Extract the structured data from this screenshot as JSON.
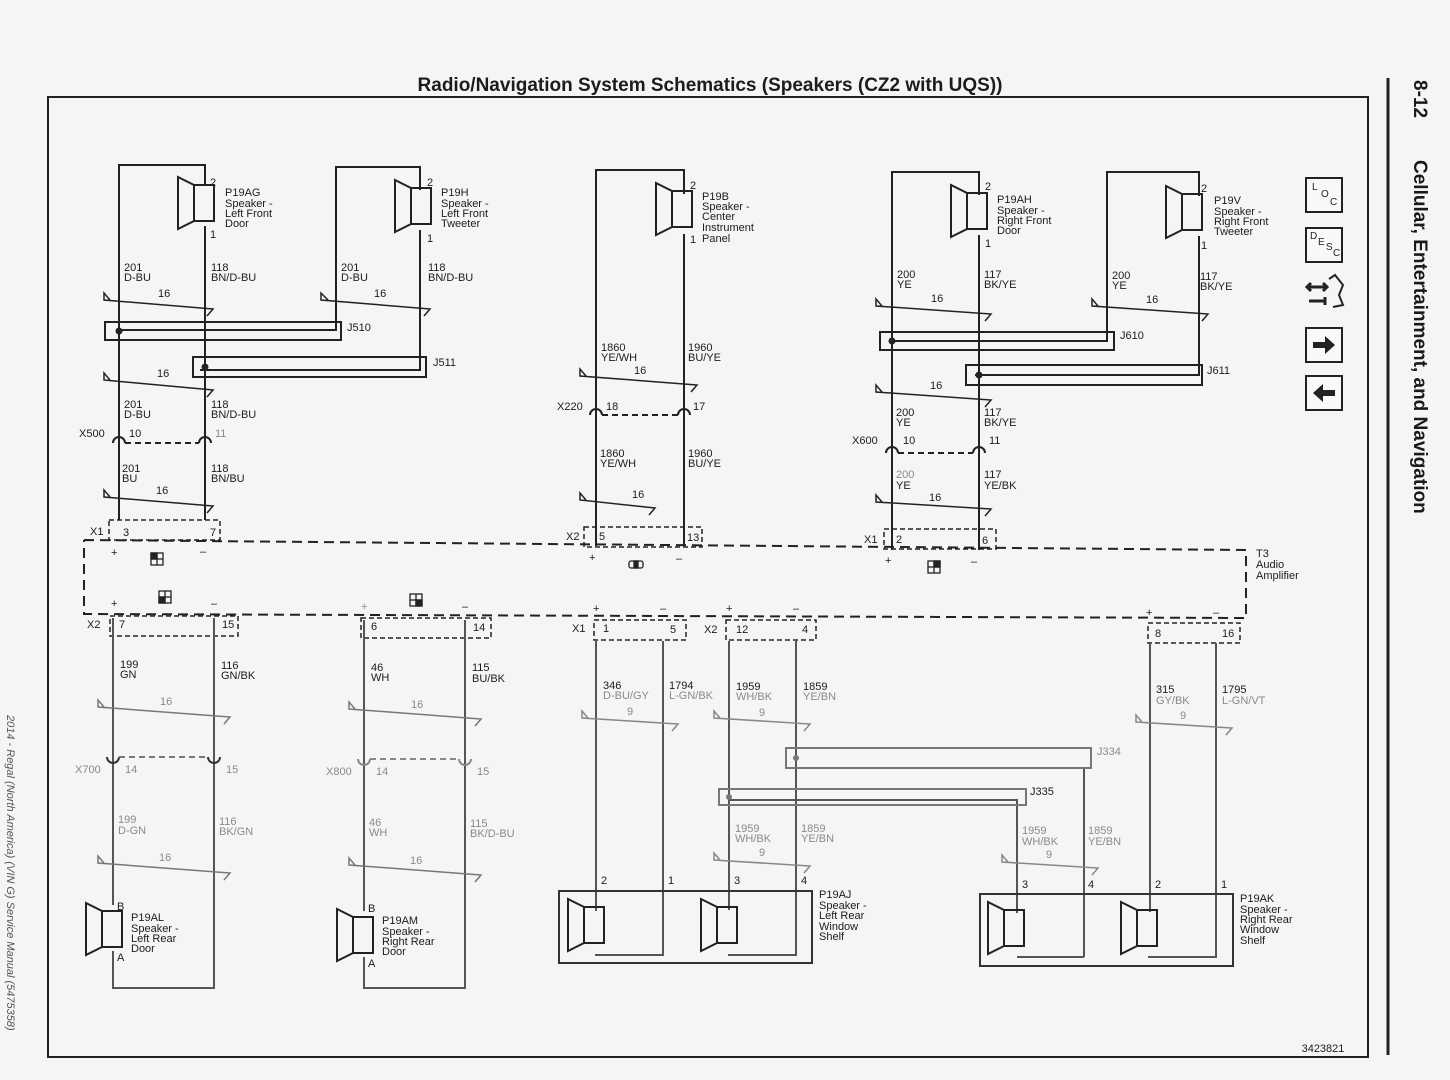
{
  "page": {
    "title": "Radio/Navigation System Schematics (Speakers (CZ2 with UQS))",
    "page_number": "8-12",
    "section": "Cellular, Entertainment, and Navigation",
    "footer_side": "2014 - Regal (North America) (VIN G) Service Manual (5475358)",
    "figure_id": "3423821"
  },
  "nav_icons": [
    {
      "name": "loc-icon",
      "letters": [
        "L",
        "O",
        "C"
      ]
    },
    {
      "name": "desc-icon",
      "letters": [
        "D",
        "E",
        "S",
        "C"
      ]
    },
    {
      "name": "connector-tool-icon"
    },
    {
      "name": "arrow-right-icon"
    },
    {
      "name": "arrow-left-icon"
    }
  ],
  "speakers": {
    "lf_door": {
      "id": "P19AG",
      "l1": "Speaker -",
      "l2": "Left Front",
      "l3": "Door",
      "pin_top": "2",
      "pin_bot": "1"
    },
    "lf_tweeter": {
      "id": "P19H",
      "l1": "Speaker -",
      "l2": "Left Front",
      "l3": "Tweeter",
      "pin_top": "2",
      "pin_bot": "1"
    },
    "center": {
      "id": "P19B",
      "l1": "Speaker -",
      "l2": "Center",
      "l3": "Instrument",
      "l4": "Panel",
      "pin_top": "2",
      "pin_bot": "1"
    },
    "rf_door": {
      "id": "P19AH",
      "l1": "Speaker -",
      "l2": "Right Front",
      "l3": "Door",
      "pin_top": "2",
      "pin_bot": "1"
    },
    "rf_tweeter": {
      "id": "P19V",
      "l1": "Speaker -",
      "l2": "Right Front",
      "l3": "Tweeter",
      "pin_top": "2",
      "pin_bot": "1"
    },
    "lr_door": {
      "id": "P19AL",
      "l1": "Speaker -",
      "l2": "Left Rear",
      "l3": "Door",
      "pin_top": "B",
      "pin_bot": "A"
    },
    "rr_door": {
      "id": "P19AM",
      "l1": "Speaker -",
      "l2": "Right Rear",
      "l3": "Door",
      "pin_top": "B",
      "pin_bot": "A"
    },
    "lr_shelf": {
      "id": "P19AJ",
      "l1": "Speaker -",
      "l2": "Left Rear",
      "l3": "Window",
      "l4": "Shelf",
      "pins": [
        "2",
        "1",
        "3",
        "4"
      ]
    },
    "rr_shelf": {
      "id": "P19AK",
      "l1": "Speaker -",
      "l2": "Right Rear",
      "l3": "Window",
      "l4": "Shelf",
      "pins": [
        "3",
        "4",
        "2",
        "1"
      ]
    }
  },
  "splices": {
    "j510": "J510",
    "j511": "J511",
    "j610": "J610",
    "j611": "J611",
    "j334": "J334",
    "j335": "J335"
  },
  "amplifier": {
    "id": "T3",
    "l1": "Audio",
    "l2": "Amplifier"
  },
  "connectors": {
    "x500": {
      "name": "X500",
      "p1": "10",
      "p2": "11"
    },
    "x220": {
      "name": "X220",
      "p1": "18",
      "p2": "17"
    },
    "x600": {
      "name": "X600",
      "p1": "10",
      "p2": "11"
    },
    "x700": {
      "name": "X700",
      "p1": "14",
      "p2": "15"
    },
    "x800": {
      "name": "X800",
      "p1": "14",
      "p2": "15"
    },
    "amp_top_left": {
      "name": "X1",
      "p1": "3",
      "p2": "7"
    },
    "amp_top_center": {
      "name": "X2",
      "p1": "5",
      "p2": "13"
    },
    "amp_top_right": {
      "name": "X1",
      "p1": "2",
      "p2": "6"
    },
    "amp_bot_1": {
      "name": "X2",
      "p1": "7",
      "p2": "15"
    },
    "amp_bot_2": {
      "p1": "6",
      "p2": "14"
    },
    "amp_bot_3": {
      "name": "X1",
      "p1": "1",
      "p2": "5"
    },
    "amp_bot_4": {
      "name": "X2",
      "p1": "12",
      "p2": "4"
    },
    "amp_bot_5": {
      "p1": "8",
      "p2": "16"
    }
  },
  "polarity": {
    "plus": "+",
    "minus": "–"
  },
  "wires": {
    "lf_a1": {
      "circuit": "201",
      "color": "D-BU"
    },
    "lf_b1": {
      "circuit": "118",
      "color": "BN/D-BU"
    },
    "lt_a": {
      "circuit": "201",
      "color": "D-BU"
    },
    "lt_b": {
      "circuit": "118",
      "color": "BN/D-BU"
    },
    "lf_a2": {
      "circuit": "201",
      "color": "D-BU"
    },
    "lf_b2": {
      "circuit": "118",
      "color": "BN/D-BU"
    },
    "lf_a3": {
      "circuit": "201",
      "color": "BU"
    },
    "lf_b3": {
      "circuit": "118",
      "color": "BN/BU"
    },
    "c_a1": {
      "circuit": "1860",
      "color": "YE/WH"
    },
    "c_b1": {
      "circuit": "1960",
      "color": "BU/YE"
    },
    "c_a2": {
      "circuit": "1860",
      "color": "YE/WH"
    },
    "c_b2": {
      "circuit": "1960",
      "color": "BU/YE"
    },
    "rf_a1": {
      "circuit": "200",
      "color": "YE"
    },
    "rf_b1": {
      "circuit": "117",
      "color": "BK/YE"
    },
    "rt_a": {
      "circuit": "200",
      "color": "YE"
    },
    "rt_b": {
      "circuit": "117",
      "color": "BK/YE"
    },
    "rf_a2": {
      "circuit": "200",
      "color": "YE"
    },
    "rf_b2": {
      "circuit": "117",
      "color": "BK/YE"
    },
    "rf_a3": {
      "circuit": "200",
      "color": "YE"
    },
    "rf_b3": {
      "circuit": "117",
      "color": "YE/BK"
    },
    "lr_a1": {
      "circuit": "199",
      "color": "GN"
    },
    "lr_b1": {
      "circuit": "116",
      "color": "GN/BK"
    },
    "lr_a2": {
      "circuit": "199",
      "color": "D-GN"
    },
    "lr_b2": {
      "circuit": "116",
      "color": "BK/GN"
    },
    "rr_a1": {
      "circuit": "46",
      "color": "WH"
    },
    "rr_b1": {
      "circuit": "115",
      "color": "BU/BK"
    },
    "rr_a2": {
      "circuit": "46",
      "color": "WH"
    },
    "rr_b2": {
      "circuit": "115",
      "color": "BK/D-BU"
    },
    "ls_a": {
      "circuit": "346",
      "color": "D-BU/GY"
    },
    "ls_b": {
      "circuit": "1794",
      "color": "L-GN/BK"
    },
    "sh_a1": {
      "circuit": "1959",
      "color": "WH/BK"
    },
    "sh_b1": {
      "circuit": "1859",
      "color": "YE/BN"
    },
    "ls_c": {
      "circuit": "1959",
      "color": "WH/BK"
    },
    "ls_d": {
      "circuit": "1859",
      "color": "YE/BN"
    },
    "rs_c": {
      "circuit": "1959",
      "color": "WH/BK"
    },
    "rs_d": {
      "circuit": "1859",
      "color": "YE/BN"
    },
    "rs_a": {
      "circuit": "315",
      "color": "GY/BK"
    },
    "rs_b": {
      "circuit": "1795",
      "color": "L-GN/VT"
    }
  },
  "twist": {
    "t16": "16",
    "t9": "9"
  }
}
